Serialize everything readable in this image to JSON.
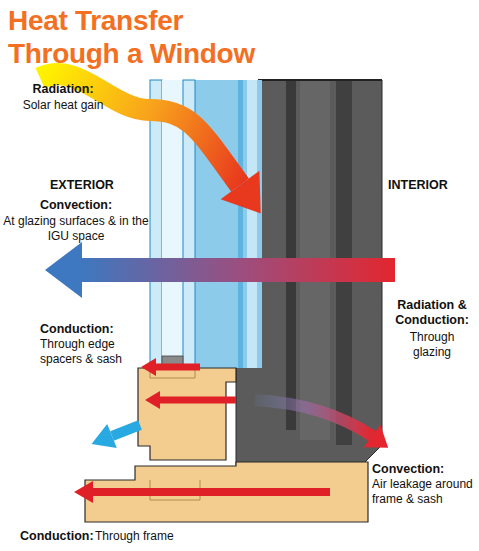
{
  "diagram": {
    "title": "Heat Transfer Through a Window",
    "labels": [
      "Radiation:",
      "Solar heat gain",
      "EXTERIOR",
      "INTERIOR",
      "Convection:",
      "At glazing surfaces & in the IGU space",
      "Radiation & Conduction:",
      "Through glazing",
      "Conduction:",
      "Through edge spacers & sash",
      "Convection:",
      "Air leakage around frame & sash",
      "Conduction:",
      "Through frame"
    ]
  }
}
